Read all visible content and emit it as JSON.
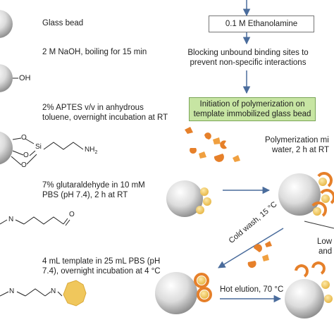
{
  "left_steps": {
    "step1": "Glass bead",
    "step2": "2 M NaOH, boiling for 15 min",
    "step3_line1": "2% APTES v/v in anhydrous",
    "step3_line2": "toluene, overnight incubation at RT",
    "step4_line1": "7% glutaraldehyde in 10 mM",
    "step4_line2": "PBS (pH 7.4), 2 h at RT",
    "step5_line1": "4 mL template in 25 mL PBS (pH",
    "step5_line2": "7.4), overnight incubation at 4 °C"
  },
  "chem_labels": {
    "oh": "OH",
    "si": "Si",
    "nh2": "NH",
    "nh2_sub": "2",
    "o1": "O",
    "o2": "O",
    "o3": "O",
    "n1": "N",
    "o_ald": "O",
    "n2": "N",
    "n3": "N"
  },
  "right_steps": {
    "ethanolamine": "0.1 M Ethanolamine",
    "blocking_line1": "Blocking unbound binding sites to",
    "blocking_line2": "prevent non-specific interactions",
    "initiation_line1": "Initiation of polymerization on",
    "initiation_line2": "template immobilized glass bead",
    "polymerization_line1": "Polymerization mi",
    "polymerization_line2": "water, 2 h at RT",
    "cold_wash": "Cold wash, 15 °C",
    "low_line1": "Low",
    "low_line2": "and",
    "hot_elution": "Hot elution, 70 °C"
  },
  "colors": {
    "bead_light": "#f2f2f2",
    "bead_dark": "#9a9a9a",
    "template_yellow": "#f0c75c",
    "polymer_orange": "#e6802a",
    "arrow_blue": "#4a6c9c",
    "green_box": "#c7e5a3"
  }
}
